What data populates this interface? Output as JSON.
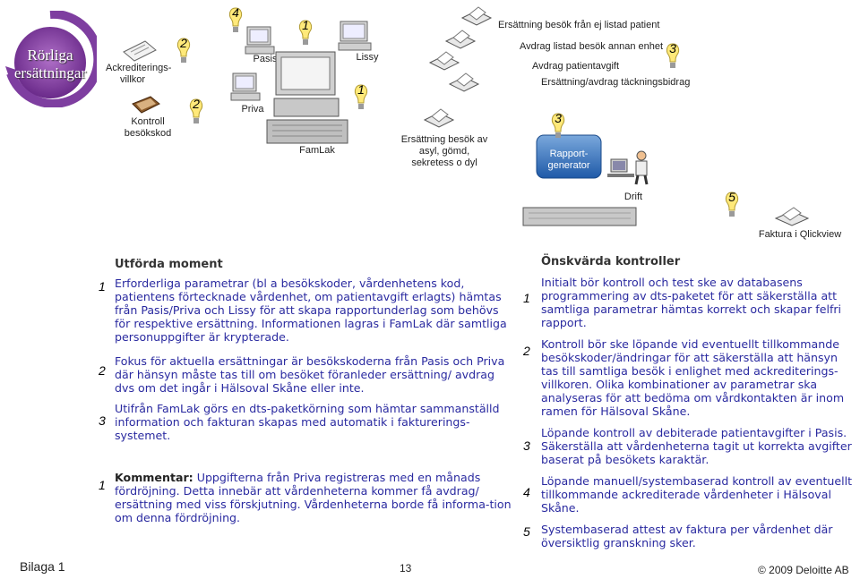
{
  "badge": {
    "title": "Rörliga ersättningar"
  },
  "diagram": {
    "ackred_label": "Ackrediterings-villkor",
    "kontroll_label": "Kontroll besökskod",
    "pasis_label": "Pasis",
    "priva_label": "Priva",
    "lissy_label": "Lissy",
    "famlak_label": "FamLak",
    "asyl_label": "Ersättning besök av asyl, gömd, sekretess o dyl",
    "rapport_label": "Rapport-generator",
    "drift_label": "Drift",
    "faktura_label": "Faktura i Qlickview",
    "printer_labels": [
      "Ersättning besök från ej listad patient",
      "Avdrag  listad besök annan enhet",
      "Avdrag  patientavgift",
      "Ersättning/avdrag täckningsbidrag"
    ],
    "bulb_numbers": {
      "ackred": "2",
      "kontroll": "2",
      "pasis": "4",
      "lissy_top": "1",
      "lissy": "1",
      "printers": "3",
      "rapport": "3",
      "faktura": "5"
    }
  },
  "left": {
    "heading": "Utförda moment",
    "bulbs": [
      "1",
      "2",
      "3",
      "1"
    ],
    "p1": "Erforderliga parametrar (bl a besökskoder, vårdenhetens kod, patientens  förtecknade vårdenhet, om patientavgift erlagts) hämtas från Pasis/Priva och Lissy för att skapa rapportunderlag som behövs för respektive ersättning.  Informationen lagras i FamLak där samtliga personuppgifter är krypterade.",
    "p2": "Fokus för aktuella ersättningar är besökskoderna från Pasis och Priva där hänsyn måste tas till om besöket föranleder ersättning/ avdrag dvs om det ingår i Hälsoval Skåne eller inte.",
    "p3": "Utifrån FamLak görs en dts-paketkörning som hämtar sammanställd information och fakturan skapas med automatik i fakturerings-systemet.",
    "comment_label": "Kommentar:",
    "comment_text": " Uppgifterna från Priva registreras med en månads fördröjning. Detta innebär att vårdenheterna kommer få avdrag/ ersättning med viss förskjutning. Vårdenheterna borde få informa-tion om denna fördröjning."
  },
  "right": {
    "heading": "Önskvärda kontroller",
    "bulbs": [
      "1",
      "2",
      "3",
      "4",
      "5"
    ],
    "items": [
      "Initialt bör kontroll och test ske av databasens programmering  av dts-paketet för att säkerställa att samtliga parametrar hämtas korrekt och skapar felfri rapport.",
      "Kontroll bör ske löpande vid eventuellt tillkommande besökskoder/ändringar för att säkerställa att hänsyn tas till samtliga besök i enlighet med ackrediterings-villkoren. Olika kombinationer av parametrar ska analyseras för att bedöma om vårdkontakten är inom ramen för Hälsoval Skåne.",
      "Löpande kontroll av debiterade patientavgifter i Pasis. Säkerställa att vårdenheterna tagit ut korrekta avgifter baserat på besökets karaktär.",
      "Löpande manuell/systembaserad kontroll av eventuellt tillkommande ackrediterade vårdenheter i Hälsoval Skåne.",
      "Systembaserad attest av faktura per vårdenhet där översiktlig granskning sker."
    ]
  },
  "footer": {
    "left": "Bilaga 1",
    "page": "13",
    "copyright": "© 2009 Deloitte AB"
  }
}
